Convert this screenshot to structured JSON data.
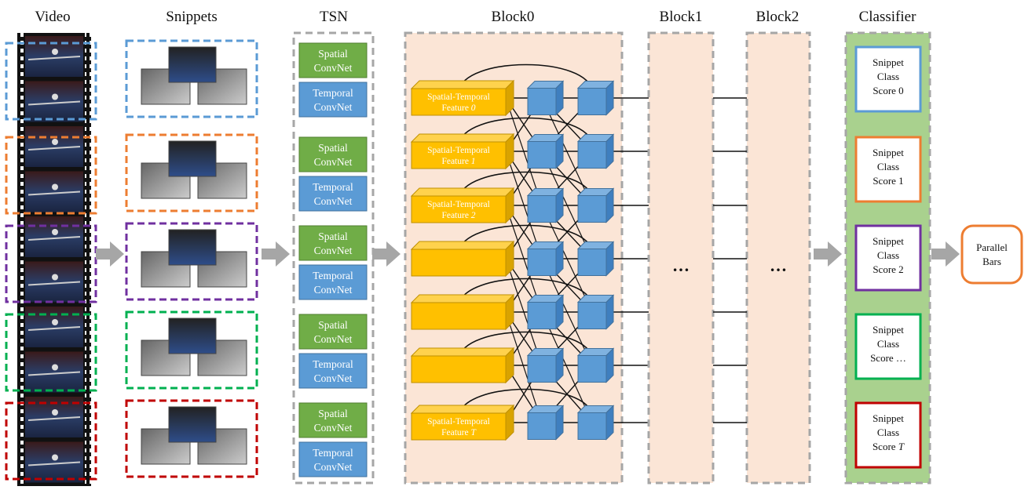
{
  "titles": {
    "video": "Video",
    "snippets": "Snippets",
    "tsn": "TSN",
    "block0": "Block0",
    "block1": "Block1",
    "block2": "Block2",
    "classifier": "Classifier"
  },
  "snippet_colors": [
    "#5b9bd5",
    "#ed7d31",
    "#7030a0",
    "#00b050",
    "#c00000"
  ],
  "tsn": {
    "spatial_line1": "Spatial",
    "spatial_line2": "ConvNet",
    "temporal_line1": "Temporal",
    "temporal_line2": "ConvNet",
    "spatial_color": "#70ad47",
    "temporal_color": "#5b9bd5"
  },
  "features": [
    {
      "line1": "Spatial-Temporal",
      "line2": "Feature ",
      "index": "0"
    },
    {
      "line1": "Spatial-Temporal",
      "line2": "Feature ",
      "index": "1"
    },
    {
      "line1": "Spatial-Temporal",
      "line2": "Feature ",
      "index": "2"
    },
    {
      "line1": "",
      "line2": "",
      "index": ""
    },
    {
      "line1": "",
      "line2": "",
      "index": ""
    },
    {
      "line1": "",
      "line2": "",
      "index": ""
    },
    {
      "line1": "Spatial-Temporal",
      "line2": "Feature ",
      "index": "T"
    }
  ],
  "block1_ellipsis": "…",
  "block2_ellipsis": "…",
  "classifier_scores": [
    {
      "line1": "Snippet",
      "line2": "Class",
      "line3": "Score 0",
      "italic": ""
    },
    {
      "line1": "Snippet",
      "line2": "Class",
      "line3": "Score 1",
      "italic": ""
    },
    {
      "line1": "Snippet",
      "line2": "Class",
      "line3": "Score 2",
      "italic": ""
    },
    {
      "line1": "Snippet",
      "line2": "Class",
      "line3": "Score …",
      "italic": ""
    },
    {
      "line1": "Snippet",
      "line2": "Class",
      "line3": "Score ",
      "italic": "T"
    }
  ],
  "result": {
    "line1": "Parallel",
    "line2": "Bars"
  },
  "colors": {
    "block_bg": "#fbe5d6",
    "classifier_bg": "#a9d18e",
    "feature_fill": "#ffc000",
    "cube_fill": "#5b9bd5",
    "dashed_border": "#a6a6a6",
    "arrow_fill": "#a6a6a6",
    "result_border": "#ed7d31"
  }
}
